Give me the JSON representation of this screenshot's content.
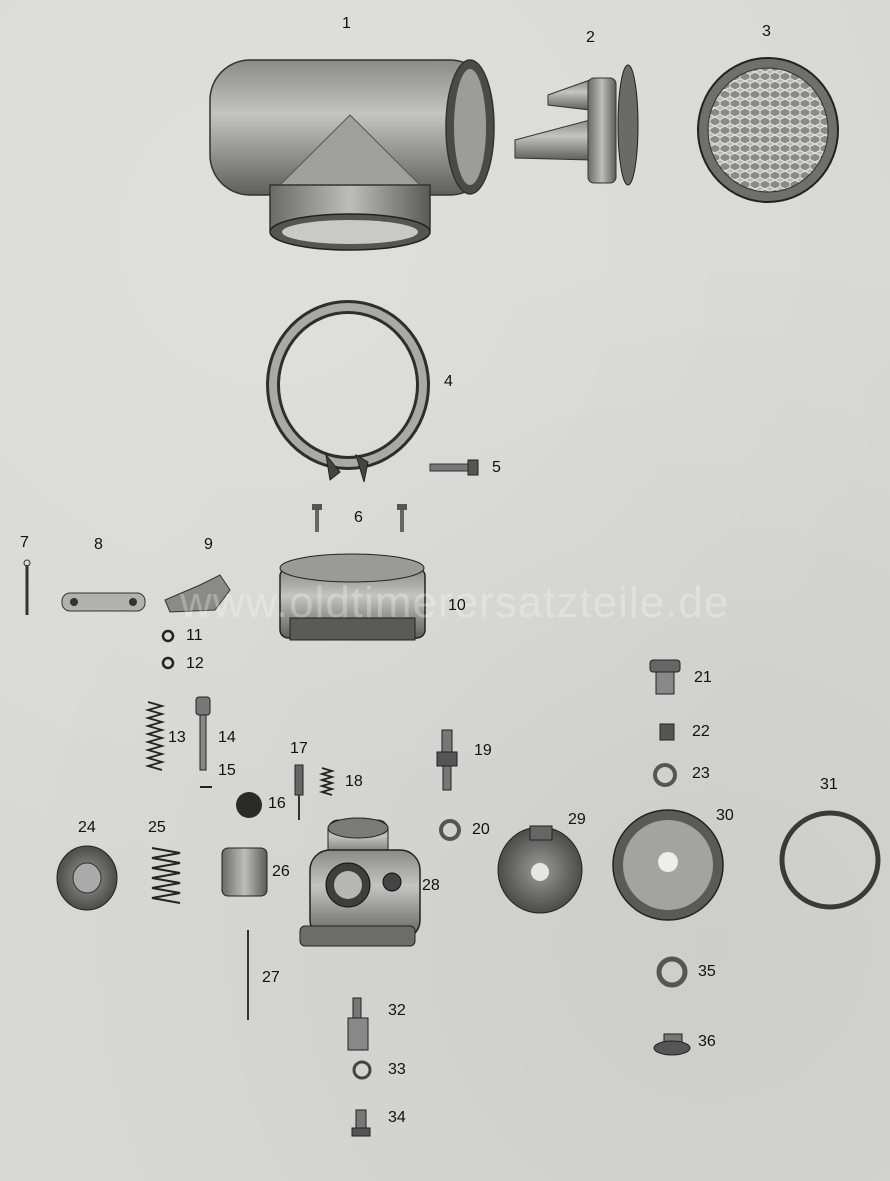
{
  "watermark": "www.oldtimerersatzteile.de",
  "labels": {
    "l1": "1",
    "l2": "2",
    "l3": "3",
    "l4": "4",
    "l5": "5",
    "l6": "6",
    "l7": "7",
    "l8": "8",
    "l9": "9",
    "l10": "10",
    "l11": "11",
    "l12": "12",
    "l13": "13",
    "l14": "14",
    "l15": "15",
    "l16": "16",
    "l17": "17",
    "l18": "18",
    "l19": "19",
    "l20": "20",
    "l21": "21",
    "l22": "22",
    "l23": "23",
    "l24": "24",
    "l25": "25",
    "l26": "26",
    "l27": "27",
    "l28": "28",
    "l29": "29",
    "l30": "30",
    "l31": "31",
    "l32": "32",
    "l33": "33",
    "l34": "34",
    "l35": "35",
    "l36": "36"
  }
}
